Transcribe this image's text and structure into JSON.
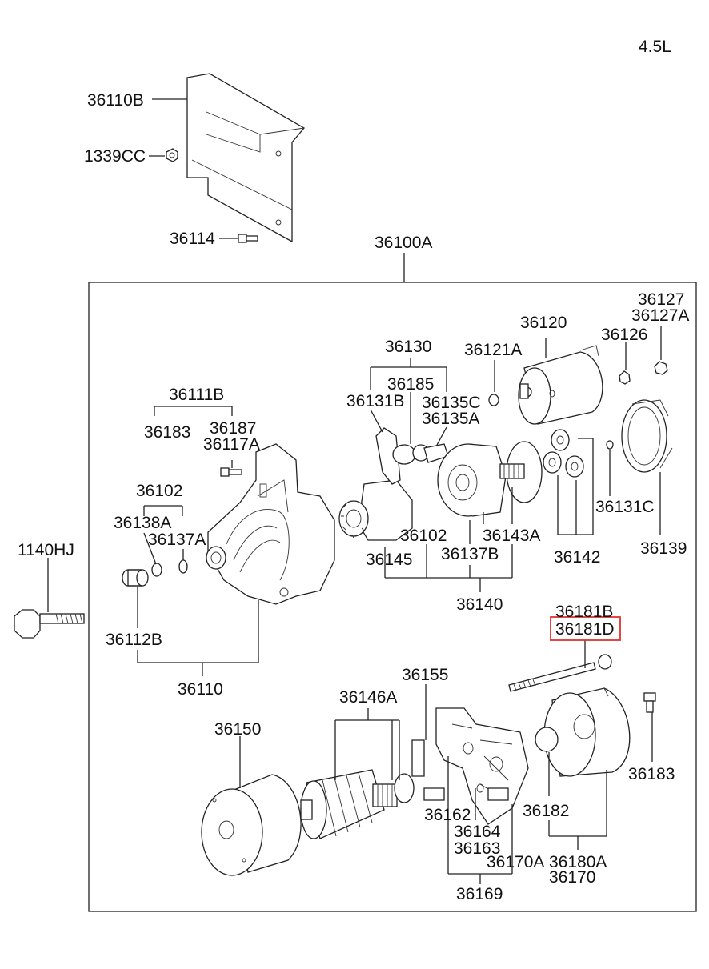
{
  "engine_label": "4.5L",
  "highlight_color": "#e0332f",
  "labels": {
    "p36110B": "36110B",
    "p1339CC": "1339CC",
    "p36114": "36114",
    "p36100A": "36100A",
    "p36127": "36127",
    "p36127A": "36127A",
    "p36120": "36120",
    "p36126": "36126",
    "p36130": "36130",
    "p36121A": "36121A",
    "p36185": "36185",
    "p36131B": "36131B",
    "p36135C": "36135C",
    "p36135A": "36135A",
    "p36111B": "36111B",
    "p36183a": "36183",
    "p36187": "36187",
    "p36117A": "36117A",
    "p36102a": "36102",
    "p36138A": "36138A",
    "p36137A": "36137A",
    "p36131C": "36131C",
    "p1140HJ": "1140HJ",
    "p36102b": "36102",
    "p36143A": "36143A",
    "p36139": "36139",
    "p36145": "36145",
    "p36137B": "36137B",
    "p36142": "36142",
    "p36140": "36140",
    "p36112B": "36112B",
    "p36181B": "36181B",
    "p36181D": "36181D",
    "p36110": "36110",
    "p36155": "36155",
    "p36146A": "36146A",
    "p36150": "36150",
    "p36183b": "36183",
    "p36162": "36162",
    "p36182": "36182",
    "p36164": "36164",
    "p36163": "36163",
    "p36170A": "36170A",
    "p36180A": "36180A",
    "p36170": "36170",
    "p36169": "36169"
  }
}
